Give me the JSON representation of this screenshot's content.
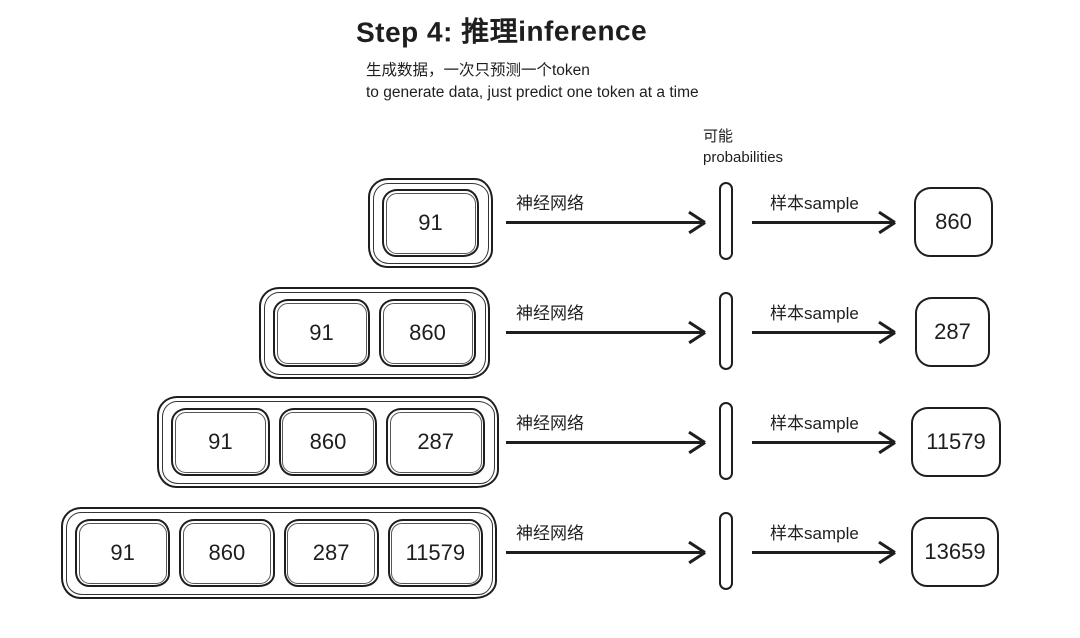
{
  "title": "Step 4: 推理inference",
  "subtitle": {
    "line1": "生成数据，一次只预测一个token",
    "line2": "to generate data, just predict one token at a time"
  },
  "probabilities_label": {
    "line1": "可能",
    "line2": "probabilities"
  },
  "arrow_labels": {
    "network": "神经网络",
    "sample": "样本sample"
  },
  "colors": {
    "ink": "#1e1e1e",
    "background": "#ffffff"
  },
  "rows": [
    {
      "tokens": [
        "91"
      ],
      "output": "860"
    },
    {
      "tokens": [
        "91",
        "860"
      ],
      "output": "287"
    },
    {
      "tokens": [
        "91",
        "860",
        "287"
      ],
      "output": "11579"
    },
    {
      "tokens": [
        "91",
        "860",
        "287",
        "11579"
      ],
      "output": "13659"
    }
  ]
}
